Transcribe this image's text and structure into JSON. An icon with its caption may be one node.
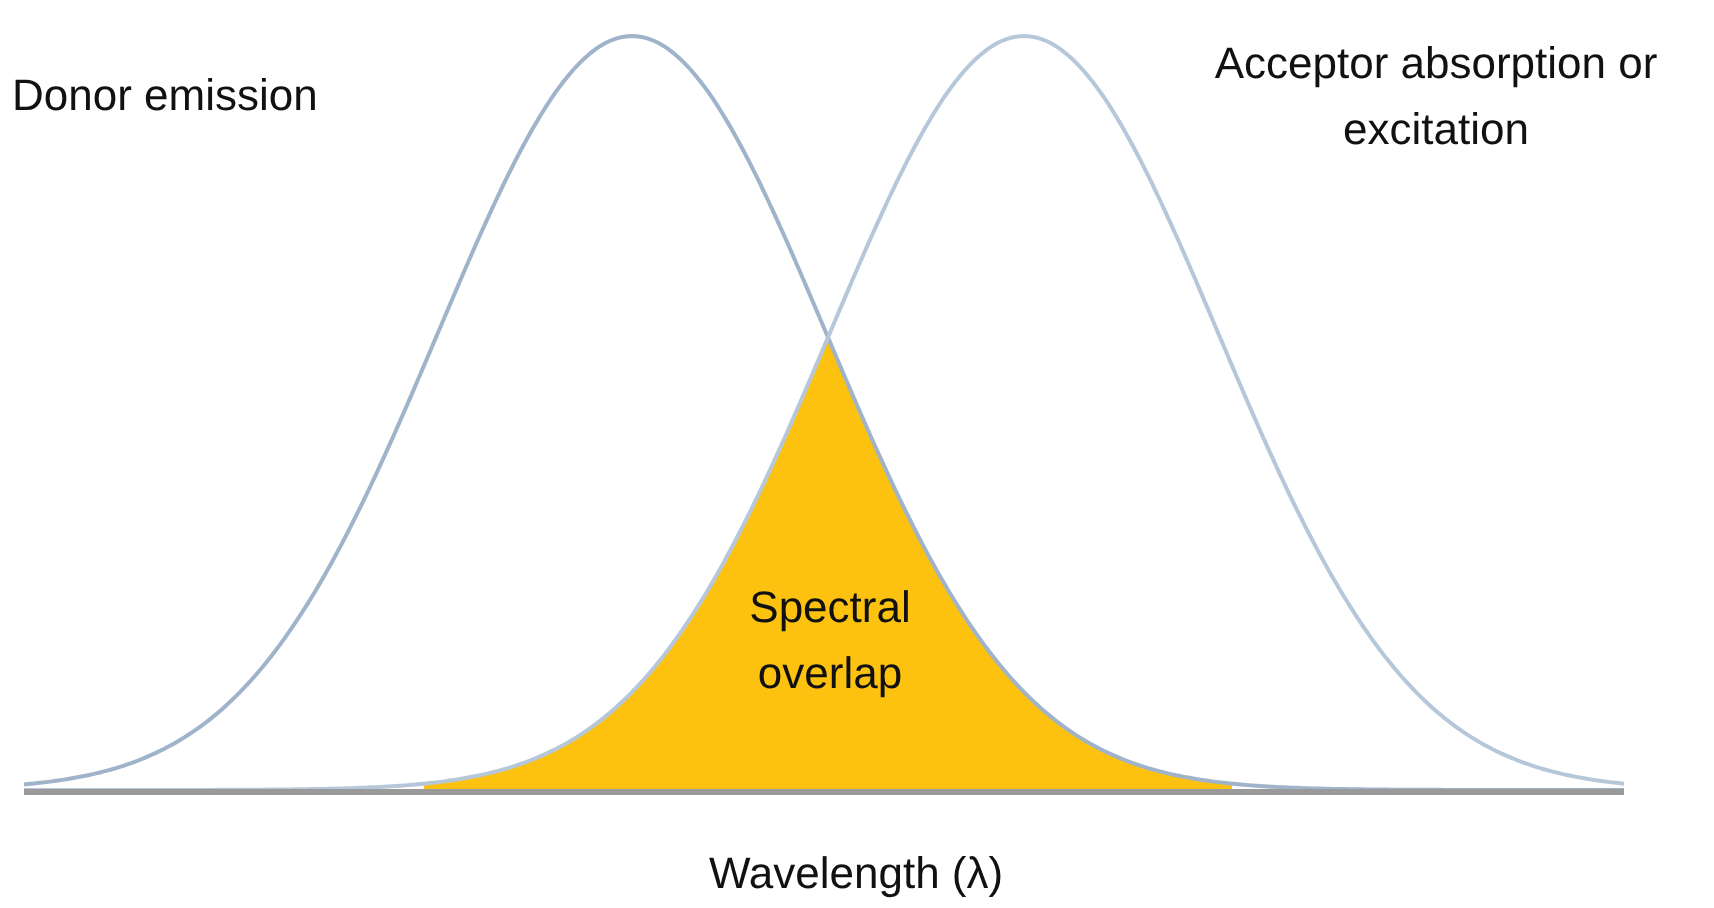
{
  "diagram": {
    "labels": [
      "Donor emission",
      "Acceptor absorption or excitation",
      "Spectral overlap",
      "Wavelength (λ)"
    ]
  }
}
